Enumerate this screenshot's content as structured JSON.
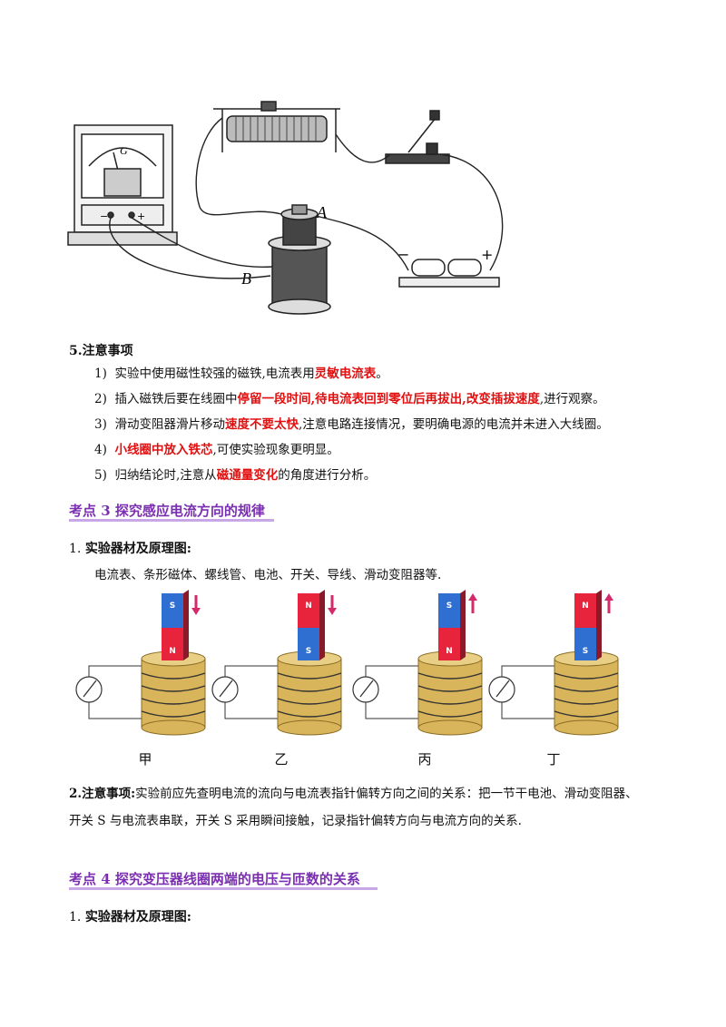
{
  "figure1": {
    "label_a": "A",
    "label_b": "B",
    "label_g": "G",
    "meter_minus": "−",
    "meter_plus": "+",
    "battery_minus": "−",
    "battery_plus": "+"
  },
  "section5": {
    "heading": "5.注意事项",
    "items": [
      {
        "num": "1)",
        "parts": [
          {
            "t": "实验中使用磁性较强的磁铁,电流表用",
            "hl": false
          },
          {
            "t": "灵敏电流表",
            "hl": true
          },
          {
            "t": "。",
            "hl": false
          }
        ]
      },
      {
        "num": "2)",
        "parts": [
          {
            "t": "插入磁铁后要在线圈中",
            "hl": false
          },
          {
            "t": "停留一段时间,待电流表回到零位后再拔出,改变插拔速度",
            "hl": true
          },
          {
            "t": ",进行观察。",
            "hl": false
          }
        ]
      },
      {
        "num": "3)",
        "parts": [
          {
            "t": "滑动变阻器滑片移动",
            "hl": false
          },
          {
            "t": "速度不要太快",
            "hl": true
          },
          {
            "t": ",注意电路连接情况，要明确电源的电流并未进入大线圈。",
            "hl": false
          }
        ]
      },
      {
        "num": "4)",
        "parts": [
          {
            "t": "小线圈中放入铁芯",
            "hl": true
          },
          {
            "t": ",可使实验现象更明显。",
            "hl": false
          }
        ]
      },
      {
        "num": "5)",
        "parts": [
          {
            "t": "归纳结论时,注意从",
            "hl": false
          },
          {
            "t": "磁通量变化",
            "hl": true
          },
          {
            "t": "的角度进行分析。",
            "hl": false
          }
        ]
      }
    ]
  },
  "kp3": {
    "title": "考点 3  探究感应电流方向的规律",
    "sub_num": "1.",
    "sub_label": "实验器材及原理图:",
    "equipment": "电流表、条形磁体、螺线管、电池、开关、导线、滑动变阻器等.",
    "magnets": [
      {
        "top": "S",
        "bottom": "N",
        "arrow": "down",
        "caption": "甲"
      },
      {
        "top": "N",
        "bottom": "S",
        "arrow": "down",
        "caption": "乙"
      },
      {
        "top": "S",
        "bottom": "N",
        "arrow": "up",
        "caption": "丙"
      },
      {
        "top": "N",
        "bottom": "S",
        "arrow": "up",
        "caption": "丁"
      }
    ],
    "note_label": "2.注意事项:",
    "note_text_1": "实验前应先查明电流的流向与电流表指针偏转方向之间的关系：把一节干电池、滑动变阻器、",
    "note_text_2": "开关 S 与电流表串联，开关 S 采用瞬间接触，记录指针偏转方向与电流方向的关系."
  },
  "kp4": {
    "title": "考点 4  探究变压器线圈两端的电压与匝数的关系",
    "sub_num": "1.",
    "sub_label": "实验器材及原理图:"
  },
  "colors": {
    "highlight_red": "#e01010",
    "heading_purple": "#7a2fb0",
    "magnet_red": "#e8243c",
    "magnet_blue": "#2f6fd1",
    "coil_gold": "#d8b45a"
  }
}
